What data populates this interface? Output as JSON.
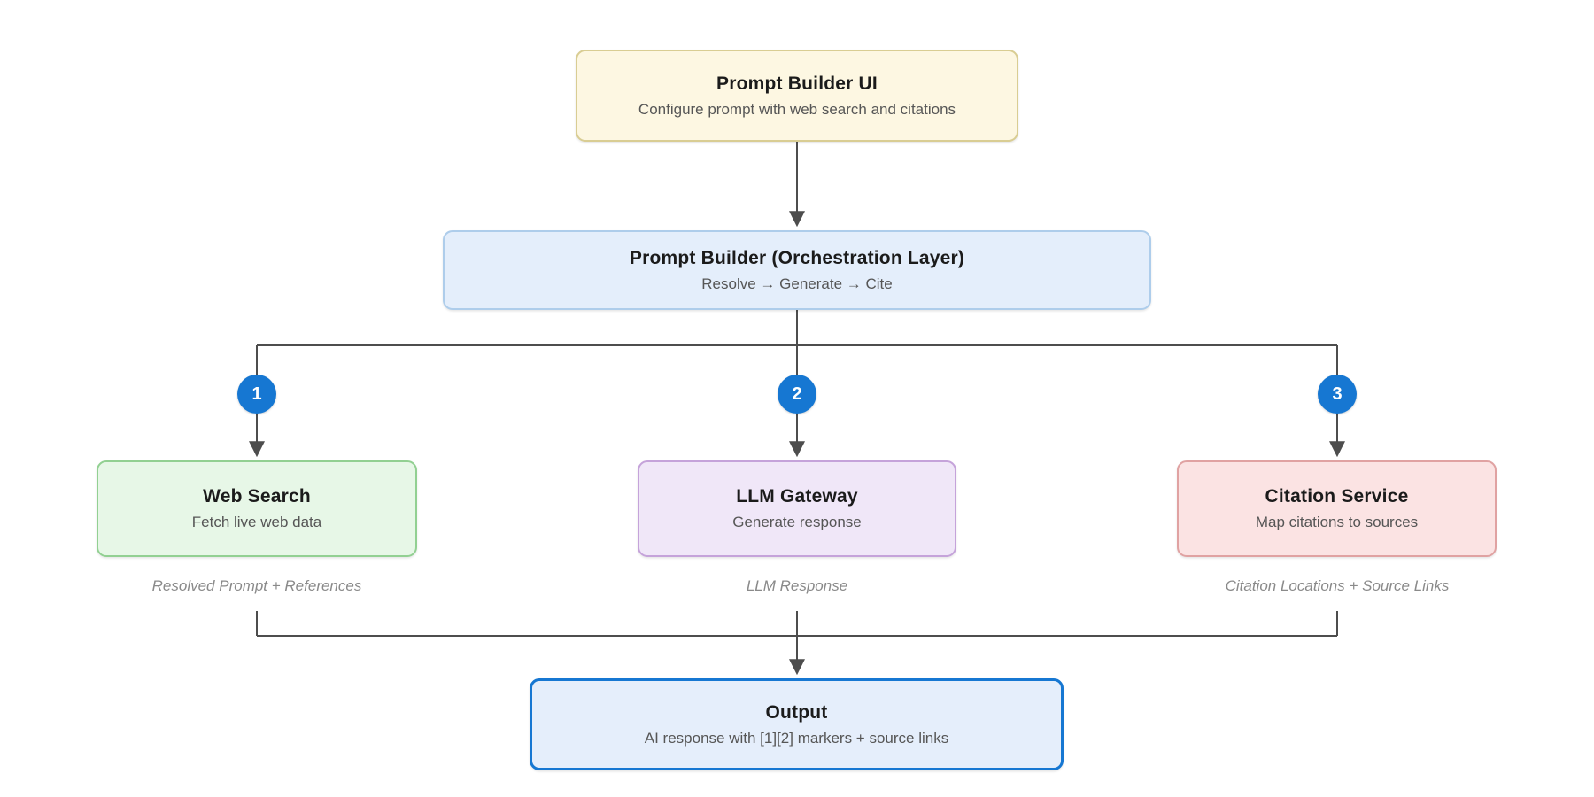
{
  "diagram": {
    "type": "flowchart",
    "background": "#ffffff",
    "connector_color": "#4d4d4d",
    "badge_color": "#1677d2",
    "nodes": {
      "prompt_builder_ui": {
        "title": "Prompt Builder UI",
        "subtitle": "Configure prompt with web search and citations",
        "fill": "#fdf7e2",
        "border": "#d9cd93"
      },
      "orchestrator": {
        "title": "Prompt Builder (Orchestration Layer)",
        "subtitle": "Resolve → Generate → Cite",
        "fill": "#e4eefb",
        "border": "#aecdeb"
      },
      "web_search": {
        "badge": "1",
        "title": "Web Search",
        "subtitle": "Fetch live web data",
        "output_label": "Resolved Prompt + References",
        "fill": "#e7f7e7",
        "border": "#92d092"
      },
      "llm_gateway": {
        "badge": "2",
        "title": "LLM Gateway",
        "subtitle": "Generate response",
        "output_label": "LLM Response",
        "fill": "#f0e7f8",
        "border": "#c5a3da"
      },
      "citation_service": {
        "badge": "3",
        "title": "Citation Service",
        "subtitle": "Map citations to sources",
        "output_label": "Citation Locations + Source Links",
        "fill": "#fbe3e3",
        "border": "#e0a2a2"
      },
      "output": {
        "title": "Output",
        "subtitle": "AI response with [1][2] markers + source links",
        "fill": "#e5eefb",
        "border": "#1677d2"
      }
    }
  }
}
